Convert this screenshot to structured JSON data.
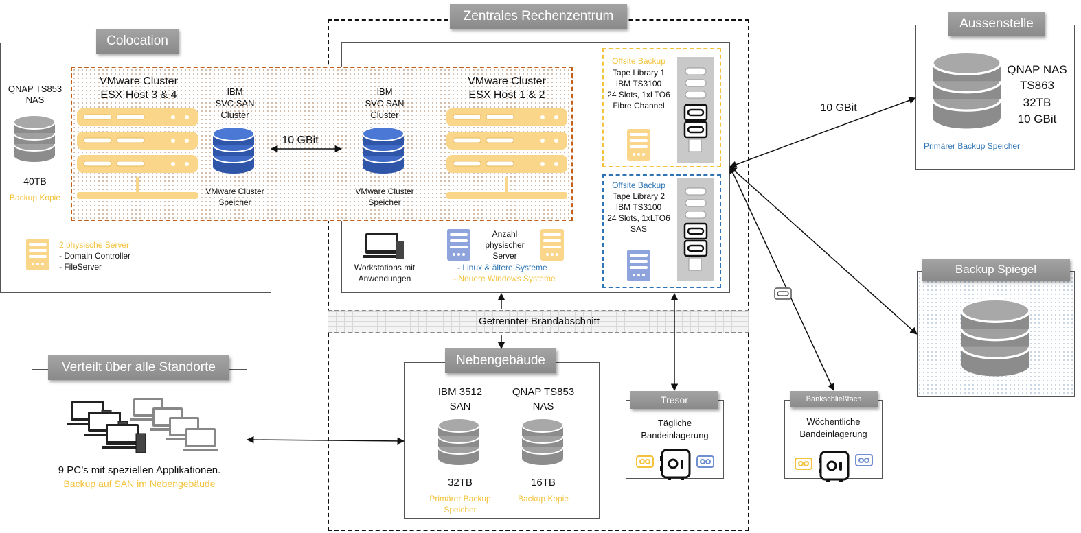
{
  "sections": {
    "colocation": "Colocation",
    "central": "Zentrales Rechenzentrum",
    "outpost": "Aussenstelle",
    "mirror": "Backup Spiegel",
    "distributed": "Verteilt über alle Standorte",
    "annex": "Nebengebäude",
    "vault": "Tresor",
    "bank": "Bankschließfach",
    "firewall": "Getrennter Brandabschnitt"
  },
  "colocation": {
    "nas_label": [
      "QNAP TS853",
      "NAS"
    ],
    "nas_size": "40TB",
    "nas_role": "Backup Kopie",
    "cluster_title": [
      "VMware Cluster",
      "ESX Host 3 & 4"
    ],
    "svc_title": [
      "IBM",
      "SVC SAN",
      "Cluster"
    ],
    "svc_caption": [
      "VMware Cluster",
      "Speicher"
    ],
    "servers_title": "2 physische Server",
    "servers_items": [
      "- Domain Controller",
      "- FileServer"
    ]
  },
  "central": {
    "svc_title": [
      "IBM",
      "SVC SAN",
      "Cluster"
    ],
    "svc_caption": [
      "VMware Cluster",
      "Speicher"
    ],
    "cluster_title": [
      "VMware Cluster",
      "ESX Host 1 & 2"
    ],
    "link_speed": "10 GBit",
    "workstations": [
      "Workstations mit",
      "Anwendungen"
    ],
    "server_count": [
      "Anzahl",
      "physischer",
      "Server"
    ],
    "server_linux": "- Linux & ältere Systeme",
    "server_windows": "- Neuere Windows Systeme",
    "tape1": {
      "heading": "Offsite Backup",
      "lines": [
        "Tape Library 1",
        "IBM TS3100",
        "24 Slots, 1xLTO6",
        "Fibre Channel"
      ]
    },
    "tape2": {
      "heading": "Offsite Backup",
      "lines": [
        "Tape Library 2",
        "IBM TS3100",
        "24 Slots, 1xLTO6",
        "SAS"
      ]
    }
  },
  "outpost": {
    "link_speed": "10 GBit",
    "nas_lines": [
      "QNAP NAS",
      "TS863",
      "32TB",
      "10 GBit"
    ],
    "role": "Primärer Backup Speicher"
  },
  "distributed": {
    "caption": "9 PC’s mit speziellen Applikationen.",
    "backup": "Backup auf SAN im Nebengebäude"
  },
  "annex": {
    "san_label": [
      "IBM 3512",
      "SAN"
    ],
    "san_size": "32TB",
    "san_role": [
      "Primärer Backup",
      "Speicher"
    ],
    "nas_label": [
      "QNAP TS853",
      "NAS"
    ],
    "nas_size": "16TB",
    "nas_role": "Backup Kopie"
  },
  "vault": {
    "caption": [
      "Tägliche",
      "Bandeinlagerung"
    ]
  },
  "bank": {
    "caption": [
      "Wöchentliche",
      "Bandeinlagerung"
    ]
  },
  "colors": {
    "yellow": "#f3c33d",
    "blue": "#2f75b5",
    "orange_dash": "#c5601a",
    "grey_disk": "#9a9a9a",
    "blue_disk": "#3a62b8"
  }
}
